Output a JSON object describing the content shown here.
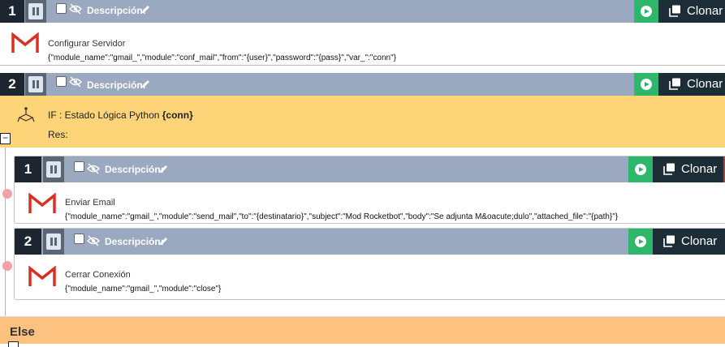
{
  "blocks": [
    {
      "number": "1",
      "description_label": "Descripción:",
      "title": "Configurar Servidor",
      "json": "{\"module_name\":\"gmail_\",\"module\":\"conf_mail\",\"from\":\"{user}\",\"password\":\"{pass}\",\"var_\":\"conn\"}"
    },
    {
      "number": "2",
      "description_label": "Descripción:"
    }
  ],
  "if_block": {
    "title_prefix": "IF : Estado Lógica Python ",
    "condition": "{conn}",
    "res_label": "Res:",
    "collapse_symbol": "−"
  },
  "nested": [
    {
      "number": "1",
      "description_label": "Descripción:",
      "title": "Enviar Email",
      "json": "{\"module_name\":\"gmail_\",\"module\":\"send_mail\",\"to\":\"{destinatario}\",\"subject\":\"Mod Rocketbot\",\"body\":\"Se adjunta M&oacute;dulo\",\"attached_file\":\"{path}\"}"
    },
    {
      "number": "2",
      "description_label": "Descripción:",
      "title": "Cerrar Conexión",
      "json": "{\"module_name\":\"gmail_\",\"module\":\"close\"}"
    }
  ],
  "clone_label": "Clonar",
  "else_label": "Else",
  "colors": {
    "header": "#9aa9c0",
    "number_bg": "#1c2530",
    "play": "#2eb66b",
    "clone_bg": "#1c2d38",
    "if_bg": "#fed479",
    "else_bg": "#fdc180",
    "gmail_red": "#d93025"
  },
  "icons": {
    "gmail": "gmail-icon",
    "pause": "pause-icon",
    "eye": "eye-slash-icon",
    "pencil": "pencil-icon",
    "play": "play-icon",
    "clone": "clone-icon",
    "if": "branch-icon"
  }
}
